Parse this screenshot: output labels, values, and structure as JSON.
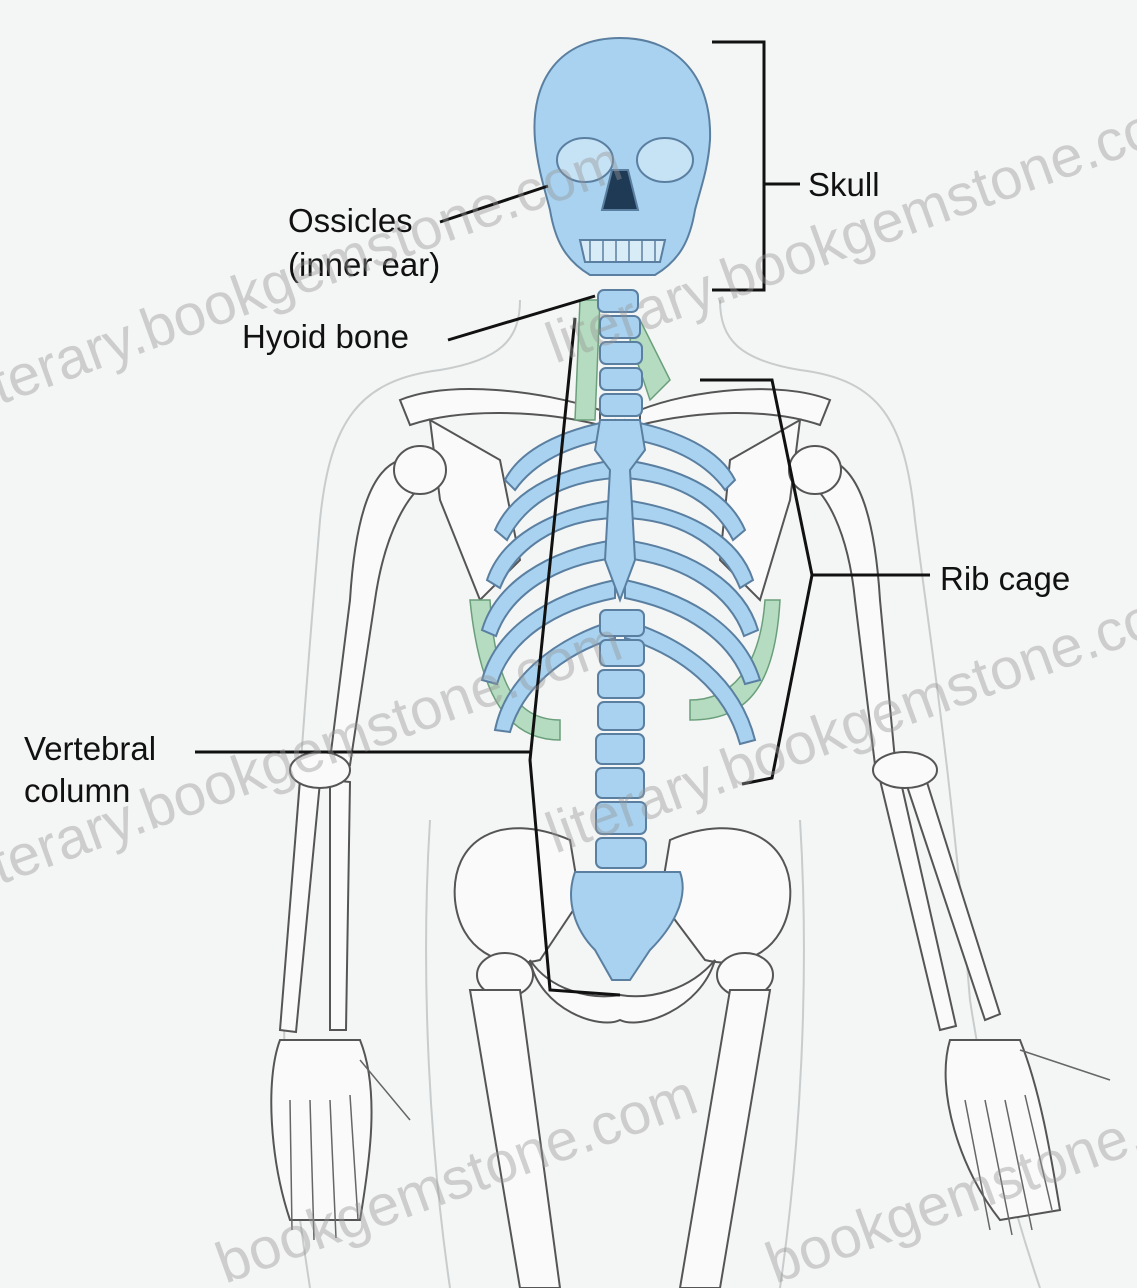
{
  "labels": {
    "ossicles_line1": "Ossicles",
    "ossicles_line2": "(inner ear)",
    "skull": "Skull",
    "hyoid": "Hyoid bone",
    "rib_cage": "Rib cage",
    "vertebral_line1": "Vertebral",
    "vertebral_line2": "column"
  },
  "watermarks": {
    "w1": "literary.bookgemstone.com",
    "w2": "literary.bookgemstone.com",
    "w3": "literary.bookgemstone.com",
    "w4": "literary.bookgemstone.com",
    "w5": "bookgemstone.com",
    "w6": "bookgemstone.com"
  },
  "colors": {
    "axial_fill": "#a8d2f0",
    "axial_stroke": "#5a7fa0",
    "cartilage_fill": "#b5dcc0",
    "appendicular_fill": "#fafafa",
    "line": "#111111"
  }
}
